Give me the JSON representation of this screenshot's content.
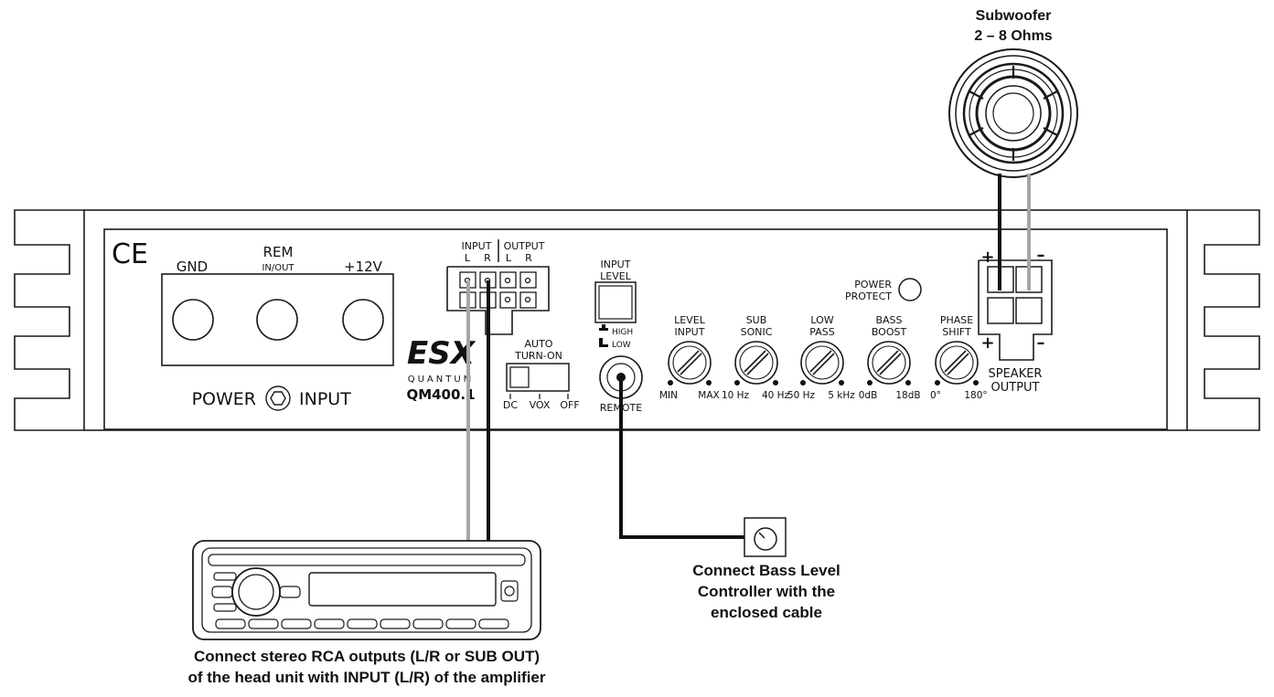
{
  "subwoofer": {
    "title": "Subwoofer",
    "impedance": "2 – 8 Ohms"
  },
  "ce_mark": "CE",
  "power_input": {
    "gnd": "GND",
    "rem": "REM",
    "rem_sub": "IN/OUT",
    "plus12": "+12V",
    "title_left": "POWER",
    "title_right": "INPUT"
  },
  "rca": {
    "input": "INPUT",
    "output": "OUTPUT",
    "in_l": "L",
    "in_r": "R",
    "out_l": "L",
    "out_r": "R"
  },
  "logo": {
    "brand": "ESX",
    "line": "QUANTUM",
    "model": "QM400.1"
  },
  "auto_turn_on": {
    "title_1": "AUTO",
    "title_2": "TURN-ON",
    "options": [
      "DC",
      "VOX",
      "OFF"
    ]
  },
  "input_level": {
    "title_1": "INPUT",
    "title_2": "LEVEL",
    "high": "HIGH",
    "low": "LOW"
  },
  "remote": "REMOTE",
  "power_protect": {
    "line_1": "POWER",
    "line_2": "PROTECT"
  },
  "knobs": [
    {
      "id": "level-input",
      "line_1": "LEVEL",
      "line_2": "INPUT",
      "min": "MIN",
      "max": "MAX"
    },
    {
      "id": "sub-sonic",
      "line_1": "SUB",
      "line_2": "SONIC",
      "min": "10 Hz",
      "max": "40 Hz"
    },
    {
      "id": "low-pass",
      "line_1": "LOW",
      "line_2": "PASS",
      "min": "50 Hz",
      "max": "5 kHz"
    },
    {
      "id": "bass-boost",
      "line_1": "BASS",
      "line_2": "BOOST",
      "min": "0dB",
      "max": "18dB"
    },
    {
      "id": "phase-shift",
      "line_1": "PHASE",
      "line_2": "SHIFT",
      "min": "0°",
      "max": "180°"
    }
  ],
  "speaker_output": {
    "line_1": "SPEAKER",
    "line_2": "OUTPUT",
    "plus": "+",
    "minus": "–"
  },
  "captions": {
    "head_unit_1": "Connect stereo RCA outputs (L/R or SUB OUT)",
    "head_unit_2": "of the head unit with INPUT (L/R) of the amplifier",
    "bass_1": "Connect Bass Level",
    "bass_2": "Controller with the",
    "bass_3": "enclosed cable"
  },
  "colors": {
    "line": "#1a1a1a",
    "cable_grey": "#a6a6a6",
    "cable_black": "#111111"
  }
}
